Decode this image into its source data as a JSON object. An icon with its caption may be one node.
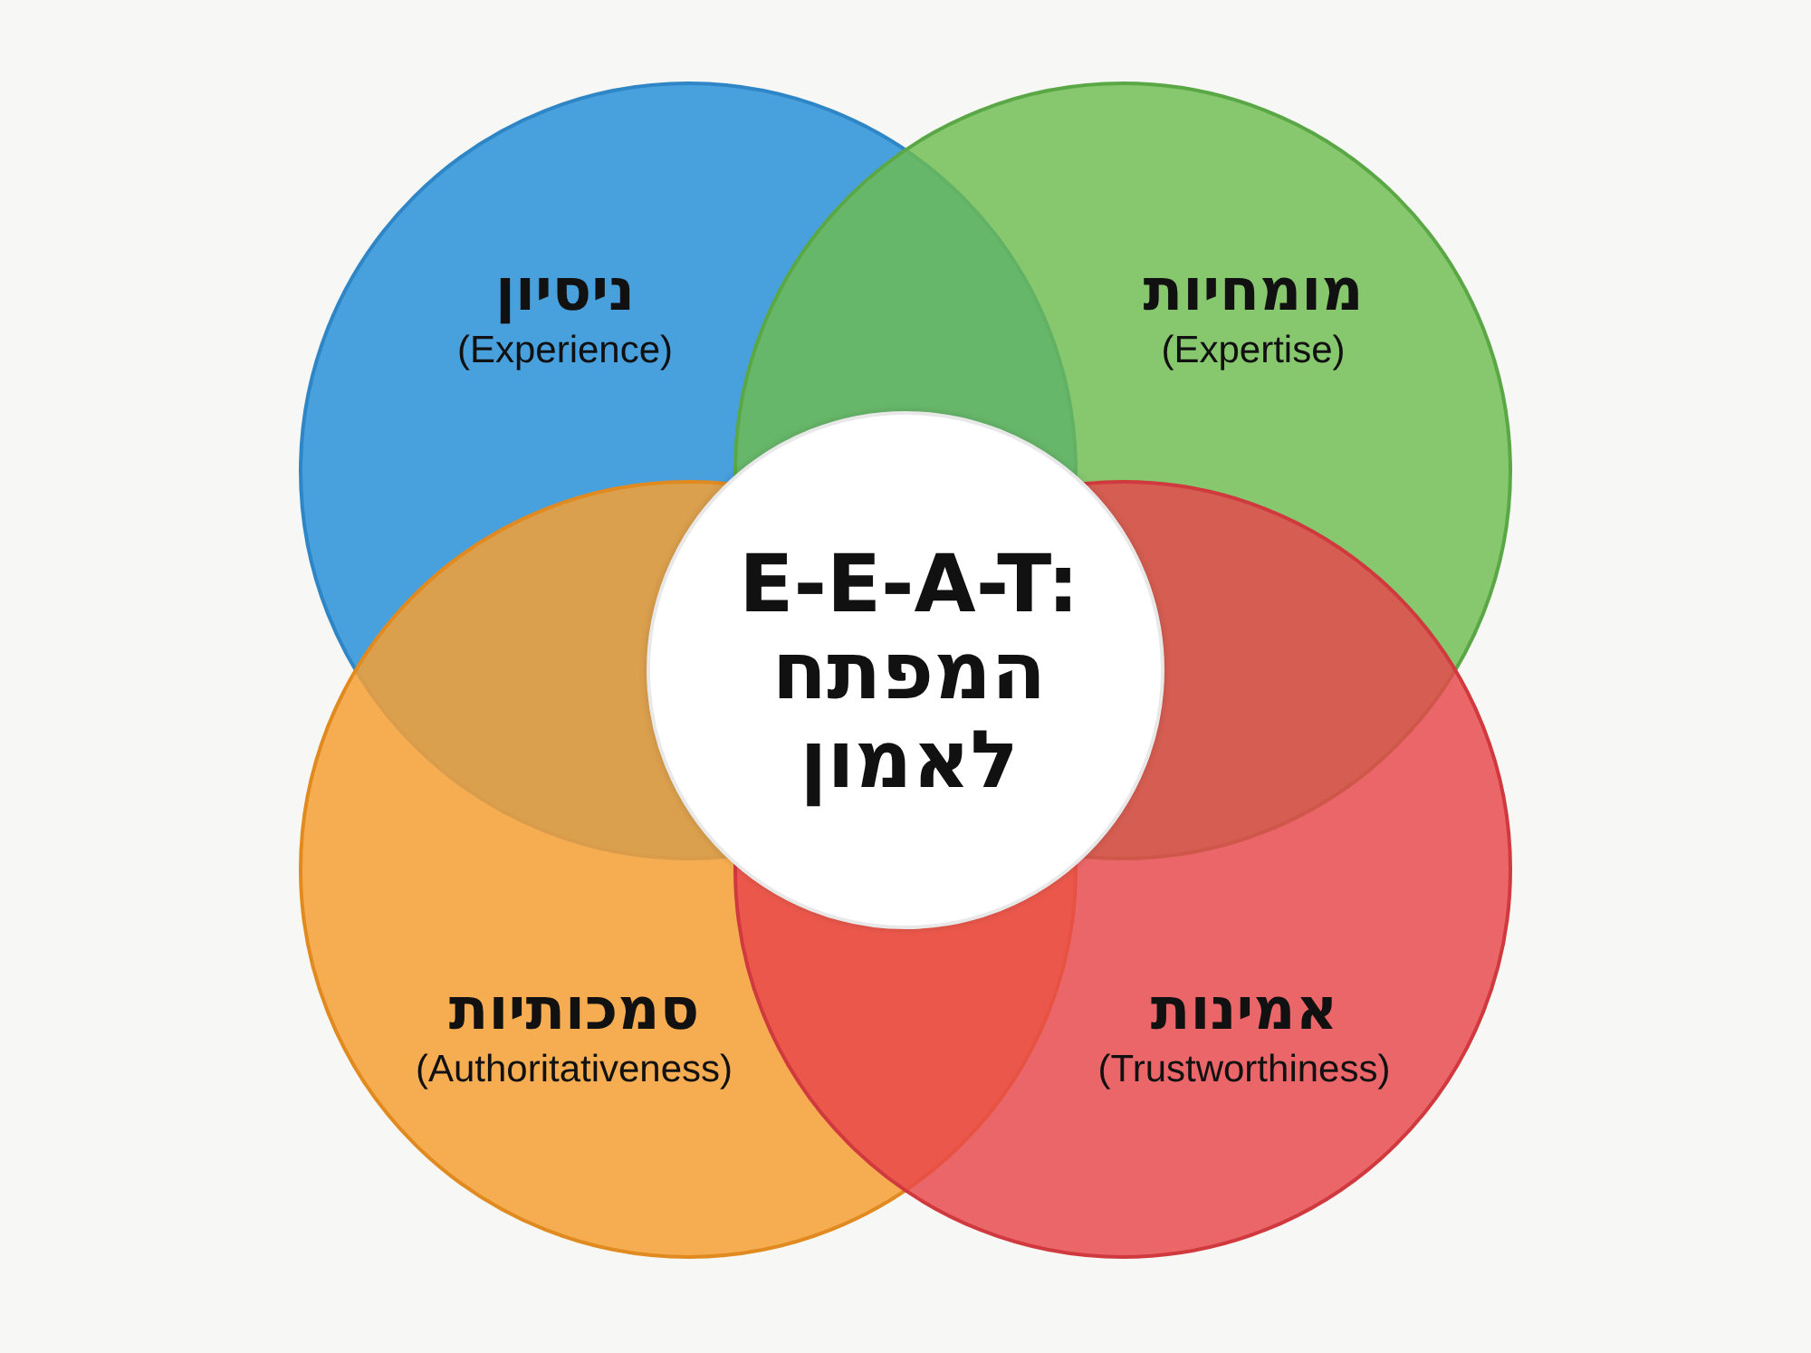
{
  "diagram": {
    "nodes": [
      {
        "text": [
          "ניסיון",
          "(Experience)"
        ]
      },
      {
        "text": [
          "מומחיות",
          "(Expertise)"
        ]
      },
      {
        "text": [
          "סמכותיות",
          "(Authoritativeness)"
        ]
      },
      {
        "text": [
          "אמינות",
          "(Trustworthiness)"
        ]
      },
      {
        "text": [
          "E-E-A-T: המפתח לאמון"
        ]
      }
    ],
    "edges": []
  }
}
